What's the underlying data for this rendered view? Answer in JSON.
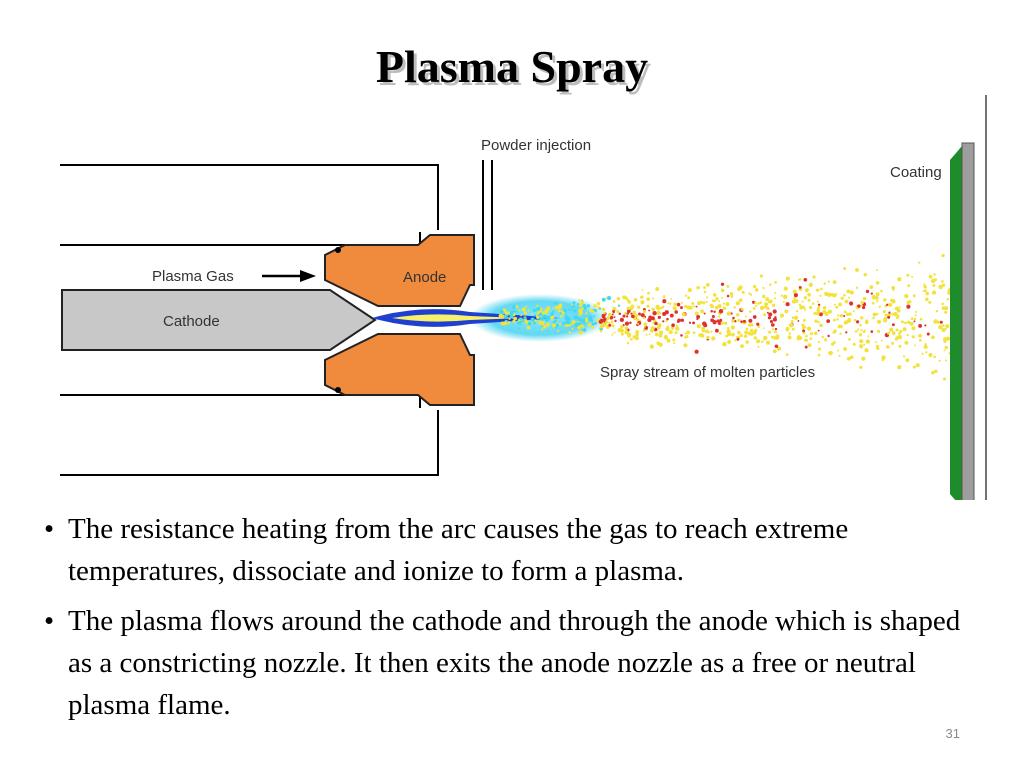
{
  "title": "Plasma Spray",
  "diagram": {
    "labels": {
      "powder_injection": "Powder injection",
      "coating": "Coating",
      "plasma_gas": "Plasma Gas",
      "anode": "Anode",
      "cathode": "Cathode",
      "spray_stream": "Spray stream of molten particles"
    },
    "colors": {
      "anode": "#f08a3c",
      "cathode": "#c8c8c8",
      "plasma_jet": "#1f3fd0",
      "plasma_glow": "#40d8f0",
      "particles_yellow": "#f2e23a",
      "particles_red": "#e03030",
      "coating": "#1e8c2a",
      "substrate": "#9e9e9e"
    }
  },
  "bullets": [
    "The resistance heating from the arc causes the gas to reach extreme temperatures, dissociate and ionize to form a plasma.",
    "The plasma flows around the cathode and through the anode which is shaped as a constricting nozzle. It then exits the anode nozzle as a free or neutral plasma flame."
  ],
  "page_number": "31"
}
